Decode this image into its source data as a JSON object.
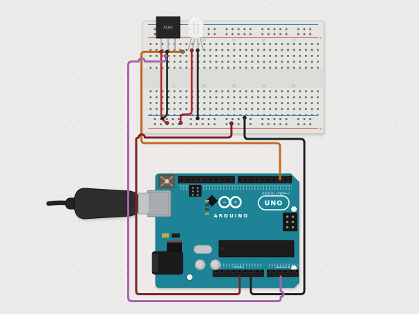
{
  "canvas": {
    "background": "#ecebe9",
    "dot_color": "#d9d8d5"
  },
  "breadboard": {
    "body_color": "#e4e4e1",
    "channel_color": "#dcdcd9",
    "rail_blue_color": "#3a6fc4",
    "rail_red_color": "#c63b32",
    "hole_color": "#606060",
    "plus_top": "+",
    "plus_bottom": "+",
    "column_labels_top": [
      "5",
      "10",
      "15",
      "20",
      "25"
    ],
    "column_labels_bottom": [
      "5",
      "10",
      "15",
      "20",
      "25"
    ]
  },
  "sensor": {
    "label": "A1302",
    "body_color": "#262626",
    "lead_color": "#a9a9a9"
  },
  "rgb_led": {
    "bulb_color": "#f4f4f2",
    "lead_color": "#b0b0b0"
  },
  "arduino": {
    "board_color": "#1c8496",
    "header_color": "#1f1f1f",
    "chip_color": "#1c1c1c",
    "usb_socket_color": "#a7acae",
    "power_jack_color": "#1b1b1b",
    "label_digital": "DIGITAL (PWM~)",
    "label_power": "POWER",
    "label_analog_in": "ANALOG IN",
    "brand": "ARDUINO",
    "model": "UNO",
    "logo_minus": "−",
    "logo_plus": "+"
  },
  "usb_cable": {
    "body_color": "#2e2e2e",
    "tip_color": "#c3c6c8"
  },
  "wire_colors": {
    "orange": "#bf6a1f",
    "dark_red": "#7d2222",
    "purple": "#a864ae",
    "black": "#212121",
    "red_jumper": "#b32525",
    "black_jumper": "#212121"
  }
}
